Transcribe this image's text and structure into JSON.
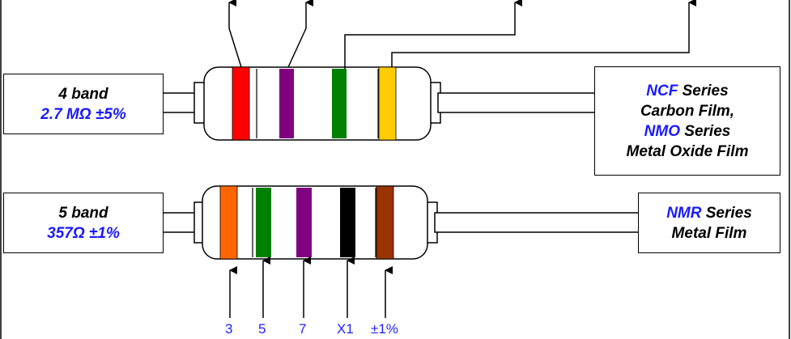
{
  "four_band": {
    "title": "4 band",
    "value": "2.7 MΩ ±5%",
    "colors": [
      "#ff0000",
      "#800080",
      "#008000",
      "#ffcc00"
    ]
  },
  "five_band": {
    "title": "5 band",
    "value": "357Ω ±1%",
    "colors": [
      "#ff6600",
      "#008000",
      "#800080",
      "#000000",
      "#993300"
    ],
    "captions": [
      "3",
      "5",
      "7",
      "X1",
      "±1%"
    ]
  },
  "series_box_1": {
    "line1_name": "NCF",
    "line1_rest": " Series",
    "line2": "Carbon Film,",
    "line3_name": "NMO",
    "line3_rest": " Series",
    "line4": "Metal Oxide Film"
  },
  "series_box_2": {
    "line1_name": "NMR",
    "line1_rest": " Series",
    "line2": "Metal Film"
  }
}
